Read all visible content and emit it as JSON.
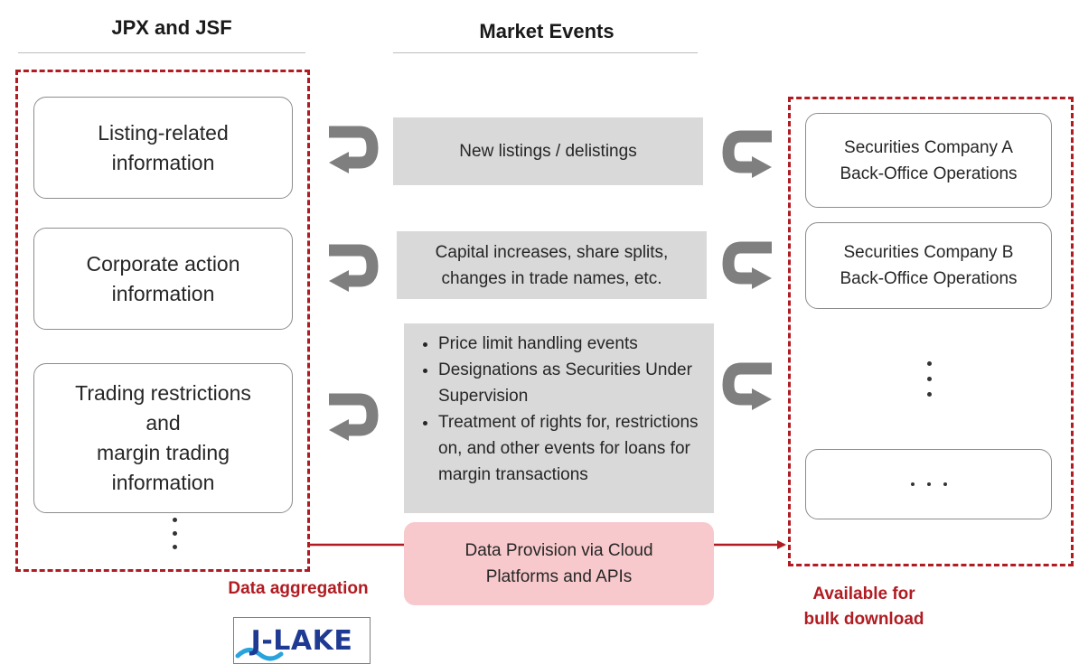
{
  "headers": {
    "left": "JPX and JSF",
    "center": "Market Events"
  },
  "left_cards": [
    "Listing-related\ninformation",
    "Corporate action\ninformation",
    "Trading restrictions\nand\nmargin trading\ninformation"
  ],
  "events": [
    "New listings / delistings",
    "Capital increases, share splits,\nchanges in trade names, etc."
  ],
  "event_bullets": [
    "Price limit handling events",
    "Designations as Securities Under Supervision",
    "Treatment of rights for, restrictions on, and other events for loans for margin transactions"
  ],
  "right_cards": [
    "Securities Company A\nBack-Office Operations",
    "Securities Company B\nBack-Office Operations"
  ],
  "provision_box": "Data Provision via Cloud\nPlatforms and APIs",
  "labels": {
    "aggregation": "Data aggregation",
    "download": "Available for\nbulk download"
  },
  "logo": "J-LAKE",
  "colors": {
    "accent_red": "#b01c22",
    "event_grey": "#d9d9d9",
    "provision_pink": "#f7c9cc",
    "arrow_grey": "#7f7f7f"
  }
}
